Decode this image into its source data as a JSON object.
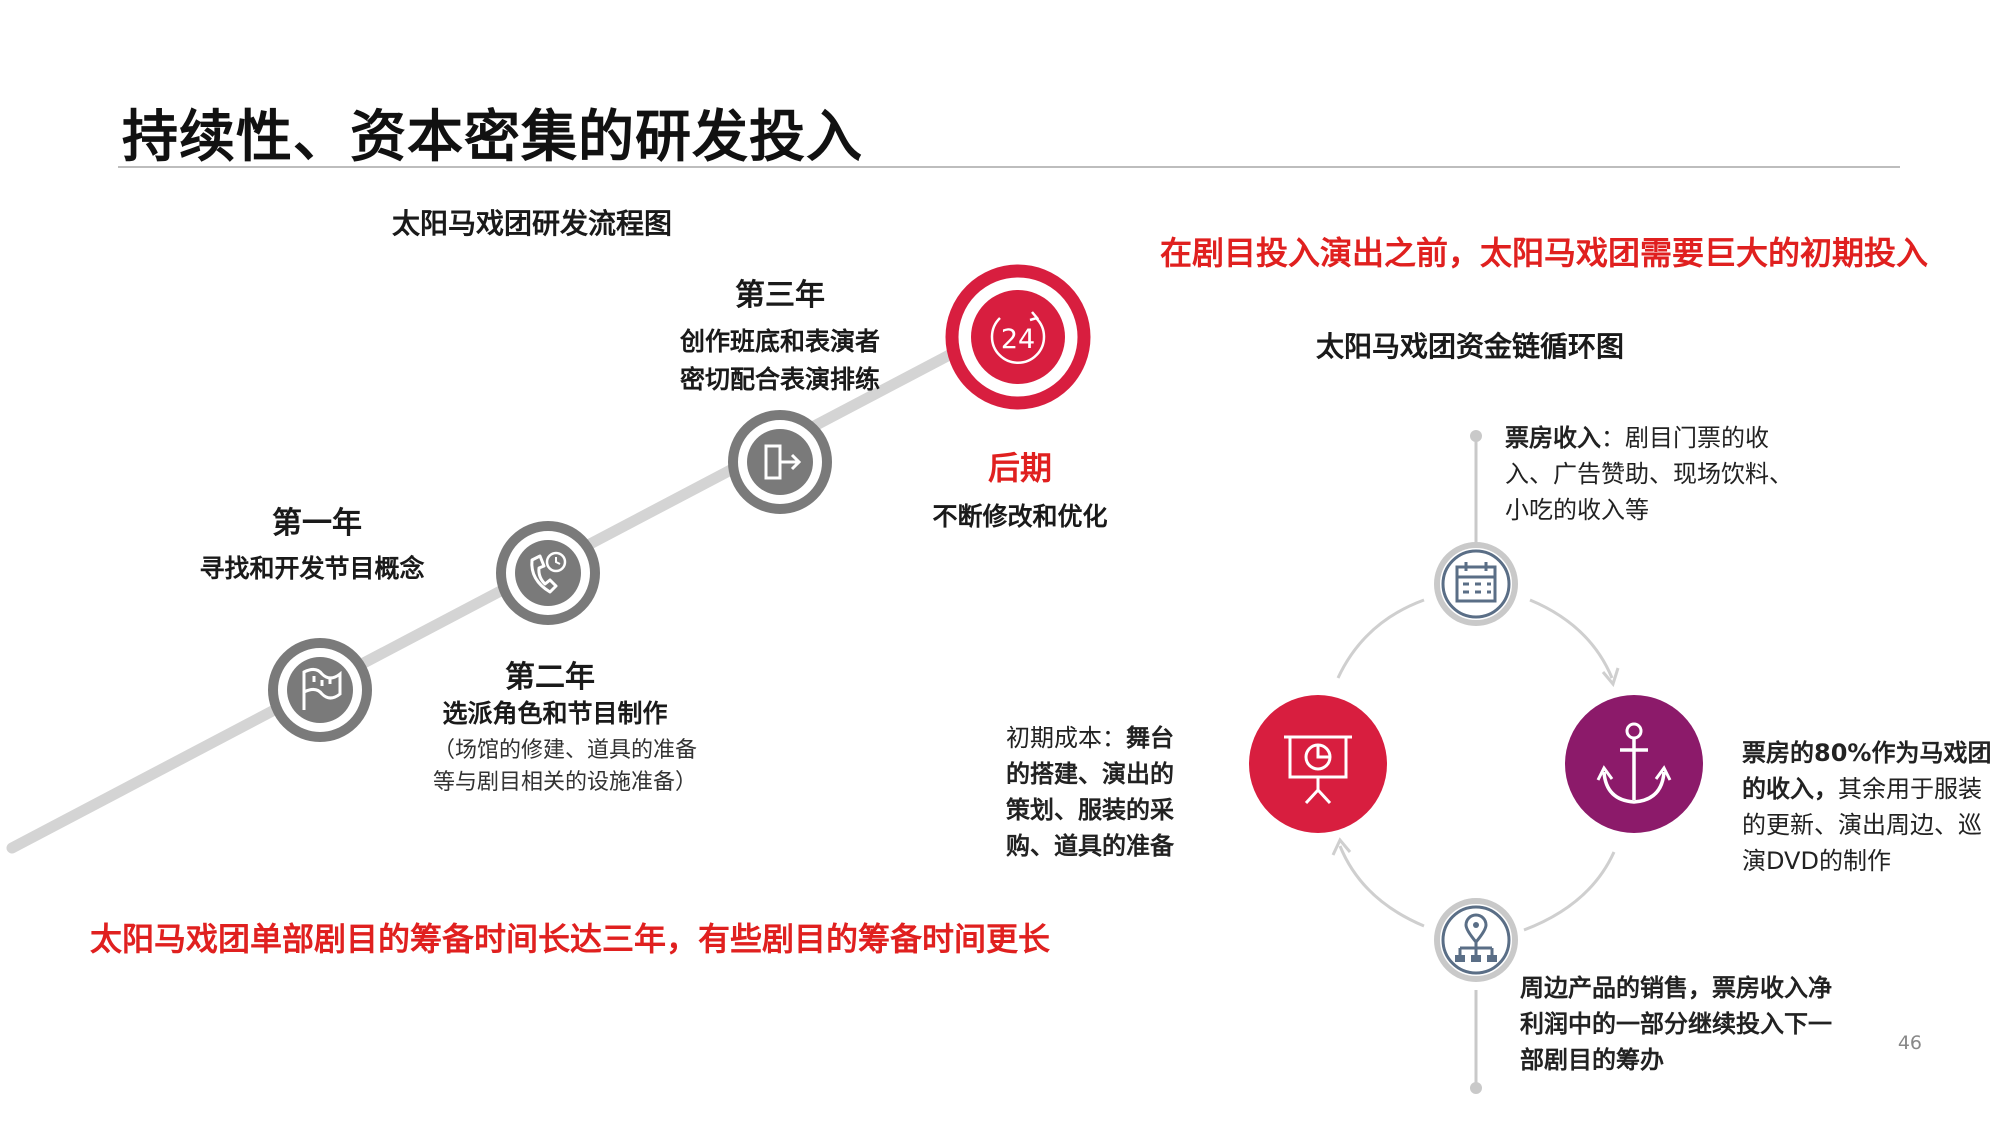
{
  "title": "持续性、资本密集的研发投入",
  "flow": {
    "heading": "太阳马戏团研发流程图",
    "year1": {
      "label": "第一年",
      "desc": "寻找和开发节目概念"
    },
    "year2": {
      "label": "第二年",
      "desc": "选派角色和节目制作",
      "note_line1": "（场馆的修建、道具的准备",
      "note_line2": "等与剧目相关的设施准备）"
    },
    "year3": {
      "label": "第三年",
      "desc_line1": "创作班底和表演者",
      "desc_line2": "密切配合表演排练"
    },
    "late": {
      "label": "后期",
      "desc": "不断修改和优化"
    },
    "clock_text": "24",
    "bottom_note": "太阳马戏团单部剧目的筹备时间长达三年，有些剧目的筹备时间更长"
  },
  "cycle": {
    "top_note": "在剧目投入演出之前，太阳马戏团需要巨大的初期投入",
    "heading": "太阳马戏团资金链循环图",
    "box_office": {
      "bold": "票房收入",
      "rest_line1": "：剧目门票的收",
      "line2": "入、广告赞助、现场饮料、",
      "line3": "小吃的收入等"
    },
    "initial_cost": {
      "prefix": "初期成本：",
      "bold1": "舞台",
      "line2": "的搭建、演出的",
      "line3": "策划、服装的采",
      "line4": "购、道具的准备"
    },
    "revenue": {
      "bold1": "票房的80%作为马戏团",
      "bold2": "的收入，",
      "rest2": "其余用于服装",
      "line3": "的更新、演出周边、巡",
      "line4": "演DVD的制作"
    },
    "merch": {
      "line1": "周边产品的销售，票房收入净",
      "line2": "利润中的一部分继续投入下一",
      "line3": "部剧目的筹办"
    }
  },
  "page_number": "46",
  "colors": {
    "red": "#e0201f",
    "crimson": "#d81e3f",
    "purple": "#8c1a6a",
    "grey": "#757575",
    "light_grey": "#d4d4d4"
  },
  "icons": [
    "flag-icon",
    "phone-clock-icon",
    "exit-door-icon",
    "24-hour-clock-icon",
    "calendar-icon",
    "presentation-chart-icon",
    "anchor-icon",
    "location-network-icon"
  ]
}
